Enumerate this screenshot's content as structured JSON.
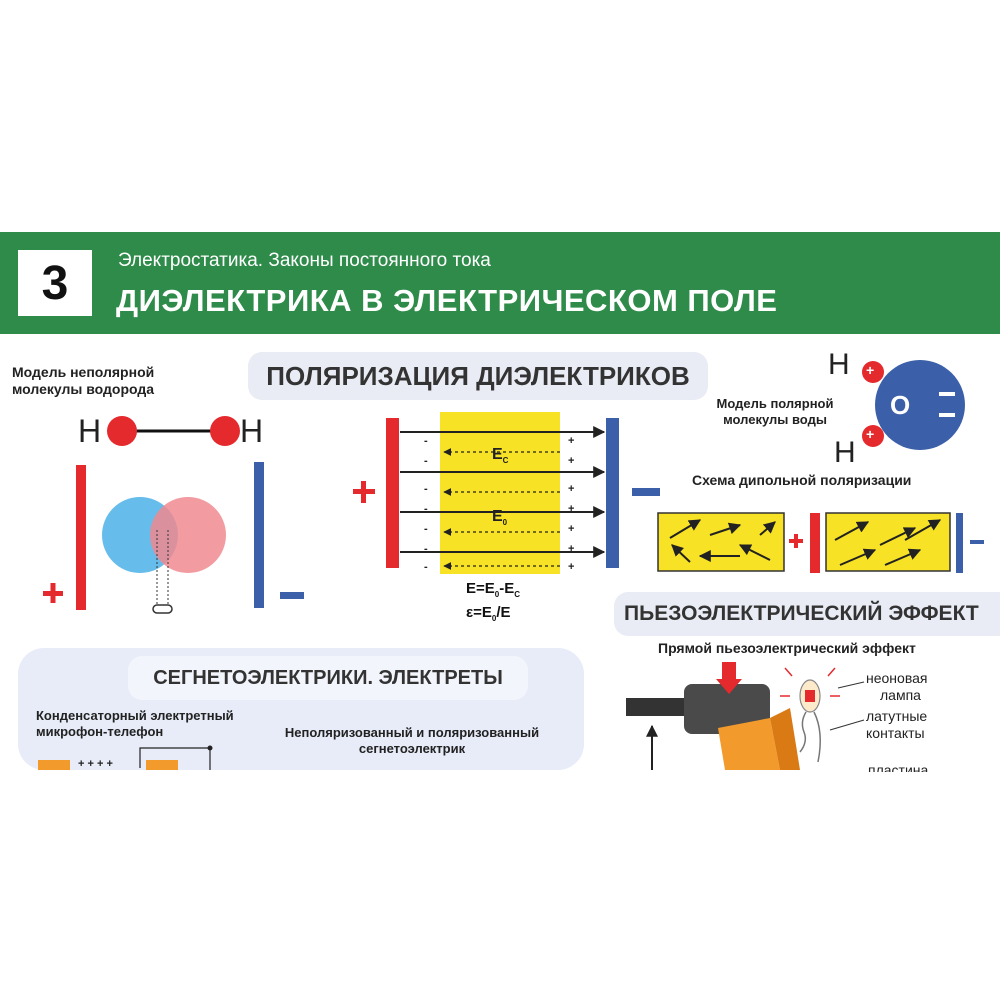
{
  "header": {
    "number": "3",
    "subtitle": "Электростатика. Законы постоянного тока",
    "title": "ДИЭЛЕКТРИКА В ЭЛЕКТРИЧЕСКОМ ПОЛЕ"
  },
  "nonpolar": {
    "caption_line1": "Модель неполярной",
    "caption_line2": "молекулы водорода",
    "atom_left": "H",
    "atom_right": "H",
    "plus": "+",
    "minus": "—"
  },
  "polarization": {
    "heading": "ПОЛЯРИЗАЦИЯ ДИЭЛЕКТРИКОВ",
    "field_inner": "E",
    "field_inner_sub": "C",
    "field_outer": "E",
    "field_outer_sub": "0",
    "plus": "+",
    "minus": "—",
    "formula1": "E=E",
    "formula1_sub1": "0",
    "formula1_mid": "-E",
    "formula1_sub2": "C",
    "formula2": "ε=E",
    "formula2_sub": "0",
    "formula2_end": "/E"
  },
  "polar": {
    "caption_line1": "Модель полярной",
    "caption_line2": "молекулы воды",
    "atom_top": "H",
    "atom_bottom": "H",
    "oxygen": "O",
    "plus_sign": "+"
  },
  "dipole": {
    "caption": "Схема дипольной поляризации",
    "plus": "+",
    "minus": "—"
  },
  "piezo": {
    "heading": "ПЬЕЗОЭЛЕКТРИЧЕСКИЙ ЭФФЕКТ",
    "subheading": "Прямой пьезоэлектрический эффект",
    "label_lamp_1": "неоновая",
    "label_lamp_2": "лампа",
    "label_contacts_1": "латутные",
    "label_contacts_2": "контакты",
    "label_plate": "пластина"
  },
  "ferro": {
    "heading": "СЕГНЕТОЭЛЕКТРИКИ. ЭЛЕКТРЕТЫ",
    "mic_line1": "Конденсаторный электретный",
    "mic_line2": "микрофон-телефон",
    "ferro_line1": "Неполяризованный и поляризованный",
    "ferro_line2": "сегнетоэлектрик",
    "plus_row": "+ + + +"
  },
  "colors": {
    "banner": "#2e8b4a",
    "positive": "#e52a2e",
    "negative": "#3b5fa9",
    "dielectric": "#f7e225"
  }
}
